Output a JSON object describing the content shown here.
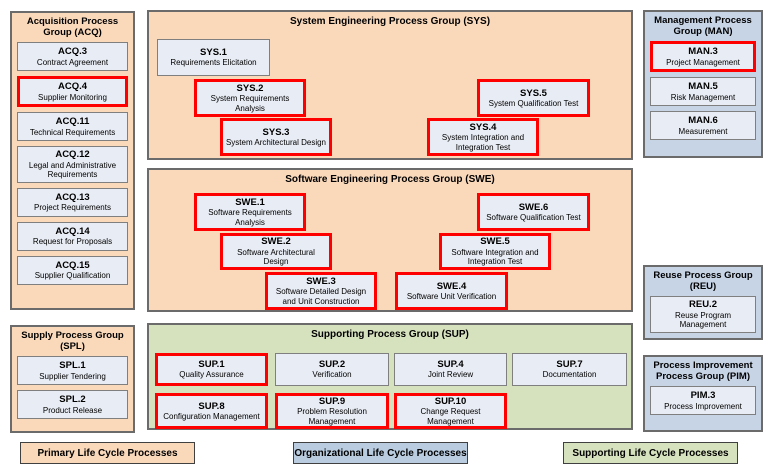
{
  "colors": {
    "primary_fill": "#FAD9BB",
    "organizational_fill": "#C6D4E6",
    "supporting_fill": "#D6E1BE",
    "item_fill": "#E8ECF4",
    "item_border": "#7F7F7F",
    "group_border": "#6B6B6B",
    "highlight_border": "#FF0000",
    "legend_blue": "#B9CCE0",
    "text": "#000000"
  },
  "groups": {
    "acq": {
      "title": "Acquisition Process Group (ACQ)",
      "items": [
        {
          "id": "ACQ.3",
          "label": "Contract Agreement",
          "highlighted": false
        },
        {
          "id": "ACQ.4",
          "label": "Supplier Monitoring",
          "highlighted": true
        },
        {
          "id": "ACQ.11",
          "label": "Technical Requirements",
          "highlighted": false
        },
        {
          "id": "ACQ.12",
          "label": "Legal and Administrative Requirements",
          "highlighted": false
        },
        {
          "id": "ACQ.13",
          "label": "Project Requirements",
          "highlighted": false
        },
        {
          "id": "ACQ.14",
          "label": "Request for Proposals",
          "highlighted": false
        },
        {
          "id": "ACQ.15",
          "label": "Supplier Qualification",
          "highlighted": false
        }
      ]
    },
    "spl": {
      "title": "Supply Process Group (SPL)",
      "items": [
        {
          "id": "SPL.1",
          "label": "Supplier Tendering",
          "highlighted": false
        },
        {
          "id": "SPL.2",
          "label": "Product Release",
          "highlighted": false
        }
      ]
    },
    "sys": {
      "title": "System Engineering Process Group (SYS)",
      "items": [
        {
          "id": "SYS.1",
          "label": "Requirements Elicitation",
          "highlighted": false
        },
        {
          "id": "SYS.2",
          "label": "System Requirements Analysis",
          "highlighted": true
        },
        {
          "id": "SYS.3",
          "label": "System Architectural Design",
          "highlighted": true
        },
        {
          "id": "SYS.5",
          "label": "System Qualification Test",
          "highlighted": true
        },
        {
          "id": "SYS.4",
          "label": "System Integration and Integration Test",
          "highlighted": true
        }
      ]
    },
    "swe": {
      "title": "Software Engineering Process Group (SWE)",
      "items": [
        {
          "id": "SWE.1",
          "label": "Software Requirements Analysis",
          "highlighted": true
        },
        {
          "id": "SWE.2",
          "label": "Software Architectural Design",
          "highlighted": true
        },
        {
          "id": "SWE.3",
          "label": "Software Detailed Design and Unit Construction",
          "highlighted": true
        },
        {
          "id": "SWE.6",
          "label": "Software Qualification Test",
          "highlighted": true
        },
        {
          "id": "SWE.5",
          "label": "Software Integration and Integration Test",
          "highlighted": true
        },
        {
          "id": "SWE.4",
          "label": "Software Unit Verification",
          "highlighted": true
        }
      ]
    },
    "sup": {
      "title": "Supporting Process Group (SUP)",
      "items": [
        {
          "id": "SUP.1",
          "label": "Quality Assurance",
          "highlighted": true
        },
        {
          "id": "SUP.2",
          "label": "Verification",
          "highlighted": false
        },
        {
          "id": "SUP.4",
          "label": "Joint Review",
          "highlighted": false
        },
        {
          "id": "SUP.7",
          "label": "Documentation",
          "highlighted": false
        },
        {
          "id": "SUP.8",
          "label": "Configuration Management",
          "highlighted": true
        },
        {
          "id": "SUP.9",
          "label": "Problem Resolution Management",
          "highlighted": true
        },
        {
          "id": "SUP.10",
          "label": "Change Request Management",
          "highlighted": true
        }
      ]
    },
    "man": {
      "title": "Management Process Group (MAN)",
      "items": [
        {
          "id": "MAN.3",
          "label": "Project Management",
          "highlighted": true
        },
        {
          "id": "MAN.5",
          "label": "Risk Management",
          "highlighted": false
        },
        {
          "id": "MAN.6",
          "label": "Measurement",
          "highlighted": false
        }
      ]
    },
    "reu": {
      "title": "Reuse Process Group (REU)",
      "items": [
        {
          "id": "REU.2",
          "label": "Reuse Program Management",
          "highlighted": false
        }
      ]
    },
    "pim": {
      "title": "Process Improvement Process Group (PIM)",
      "items": [
        {
          "id": "PIM.3",
          "label": "Process Improvement",
          "highlighted": false
        }
      ]
    }
  },
  "legend": [
    {
      "label": "Primary Life Cycle Processes",
      "category": "primary"
    },
    {
      "label": "Organizational Life Cycle Processes",
      "category": "organizational"
    },
    {
      "label": "Supporting Life Cycle Processes",
      "category": "supporting"
    }
  ]
}
